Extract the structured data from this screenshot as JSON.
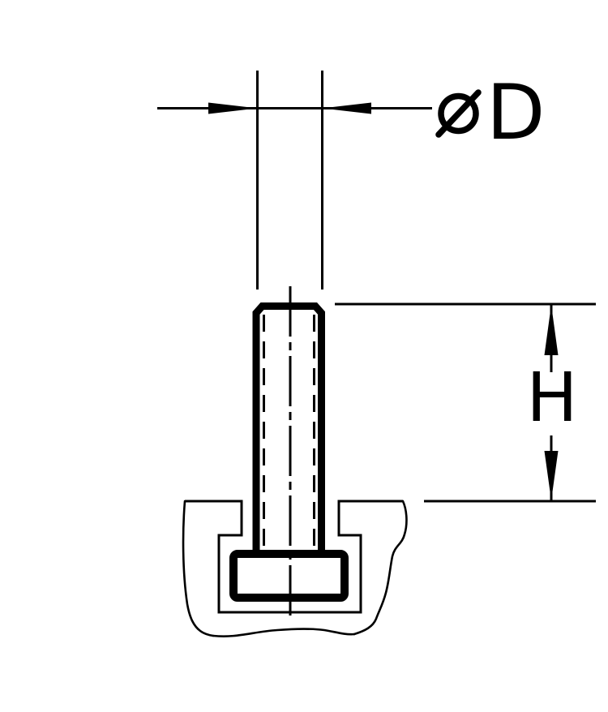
{
  "drawing": {
    "type": "technical-drawing",
    "subject": "stud-in-t-slot-cross-section",
    "colors": {
      "ink": "#000000",
      "background": "#ffffff"
    },
    "dimensions": {
      "diameter": {
        "symbol": "⌀",
        "letter": "D",
        "label": "⌀D"
      },
      "height": {
        "letter": "H",
        "label": "H"
      }
    }
  }
}
